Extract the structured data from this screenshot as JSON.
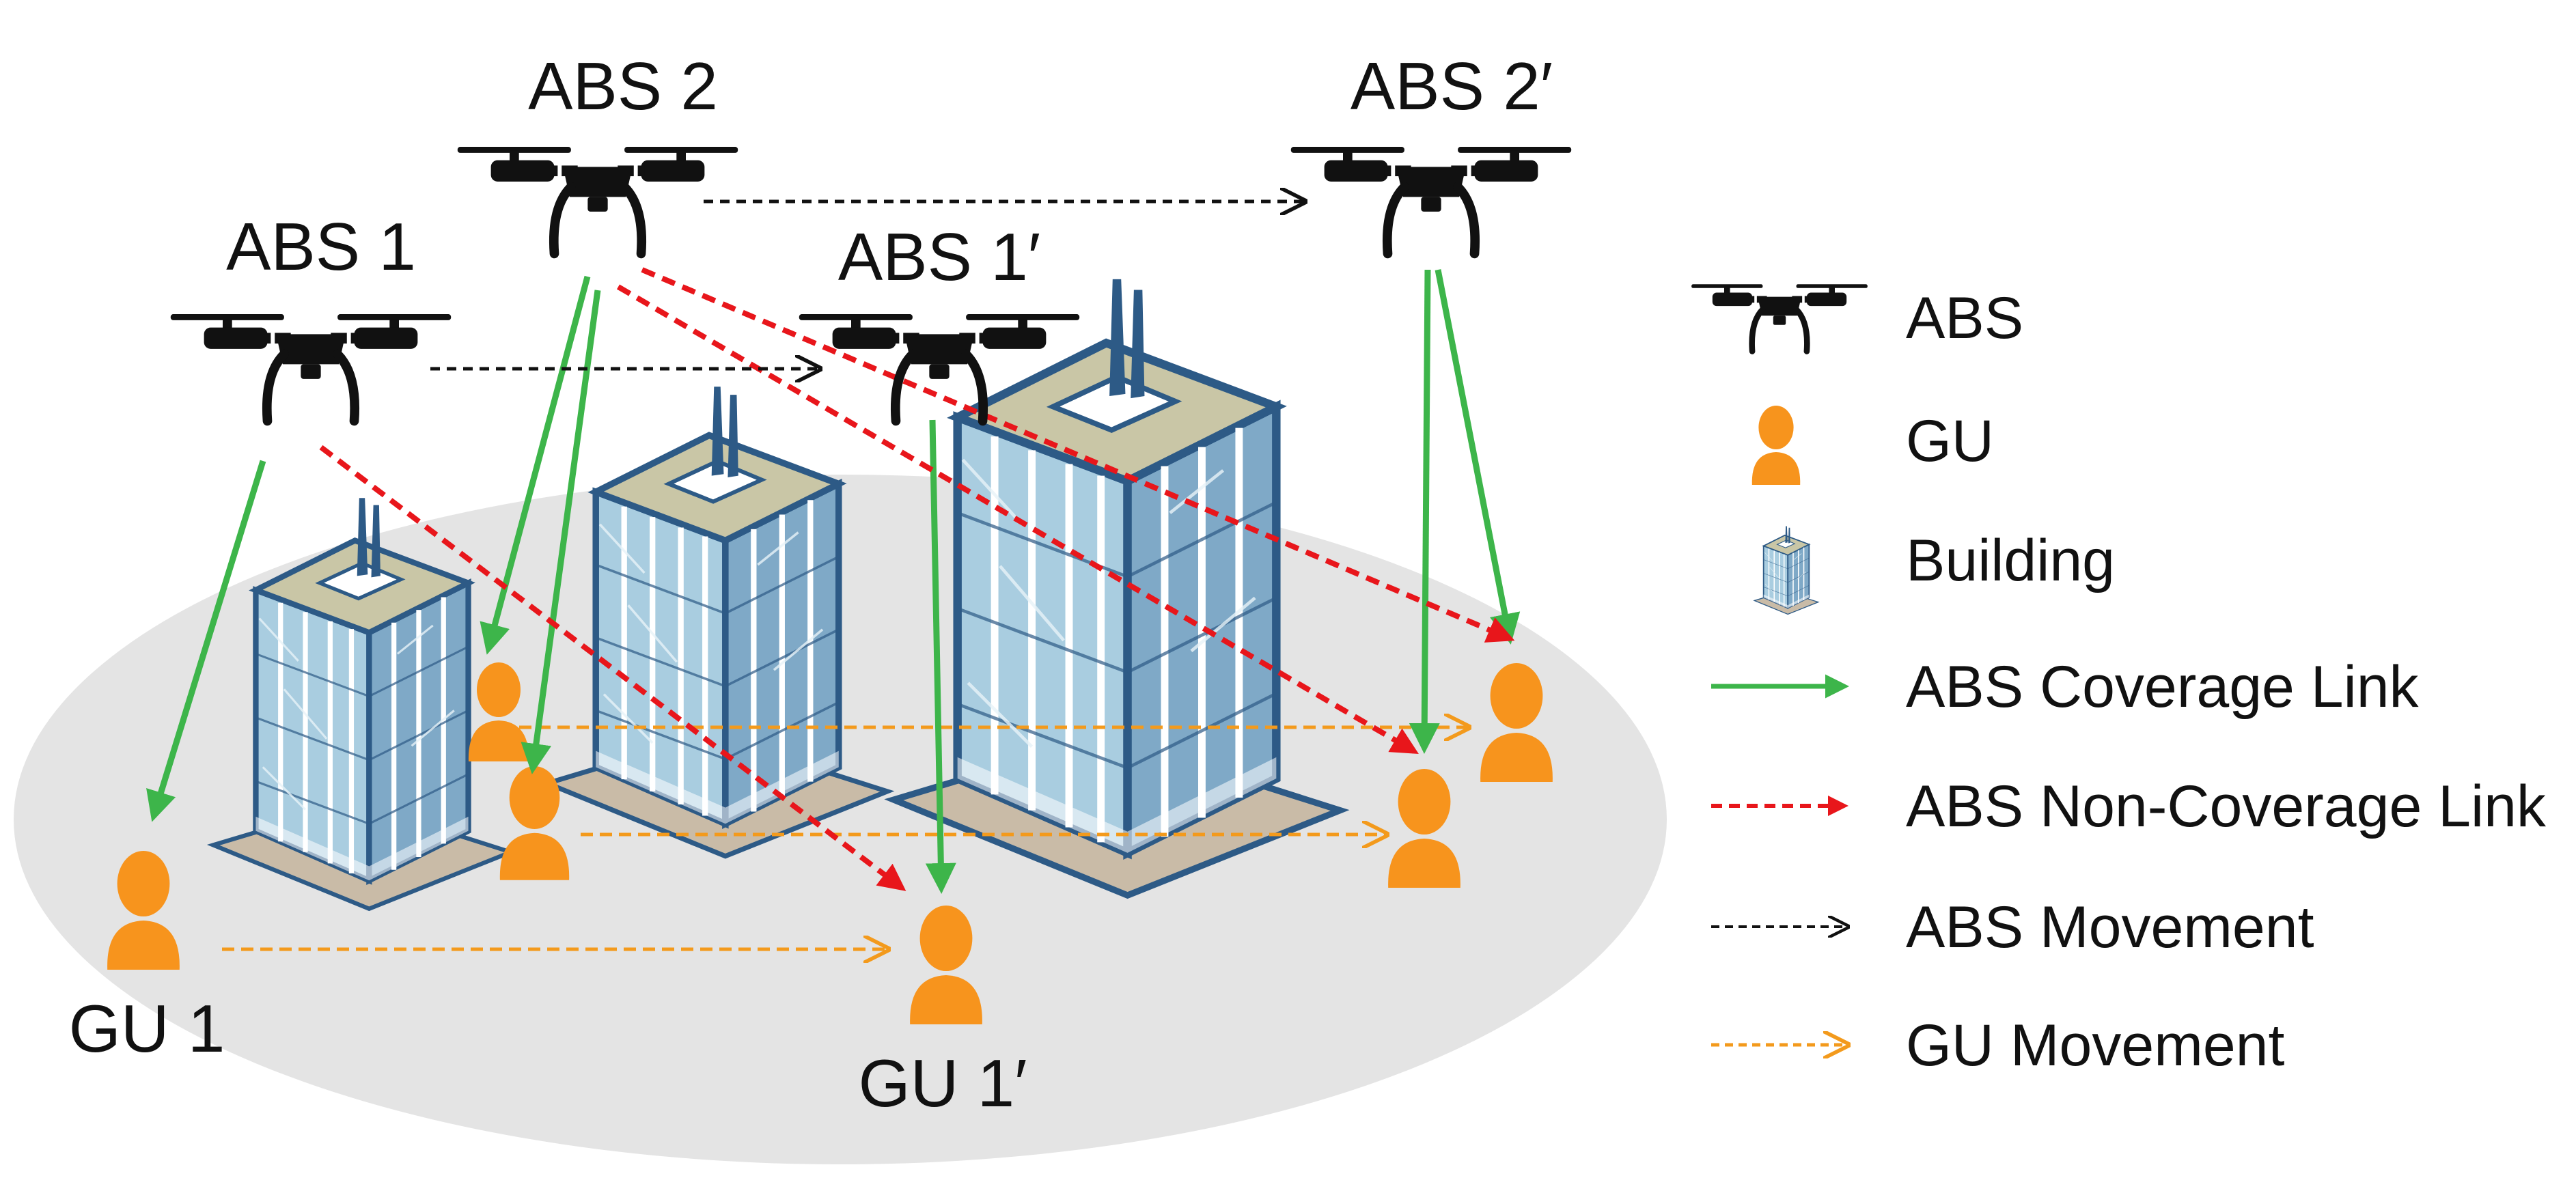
{
  "labels": {
    "abs1": "ABS 1",
    "abs2": "ABS 2",
    "abs1p": "ABS 1′",
    "abs2p": "ABS 2′",
    "gu1": "GU 1",
    "gu1p": "GU 1′"
  },
  "legend": {
    "abs": "ABS",
    "gu": "GU",
    "building": "Building",
    "coverage": "ABS Coverage Link",
    "noncoverage": "ABS Non-Coverage Link",
    "abs_movement": "ABS Movement",
    "gu_movement": "GU Movement"
  },
  "colors": {
    "ground": "#e4e4e4",
    "coverage_link": "#3db54a",
    "noncoverage_link": "#e8161b",
    "abs_movement": "#111111",
    "gu_movement": "#f39a1c",
    "gu": "#f7941d",
    "building_glass": "#a9cde0",
    "building_frame": "#2d5a86",
    "building_roof": "#c9c6a6"
  },
  "icons": {
    "abs": "drone-icon",
    "gu": "person-icon",
    "building": "building-icon"
  }
}
